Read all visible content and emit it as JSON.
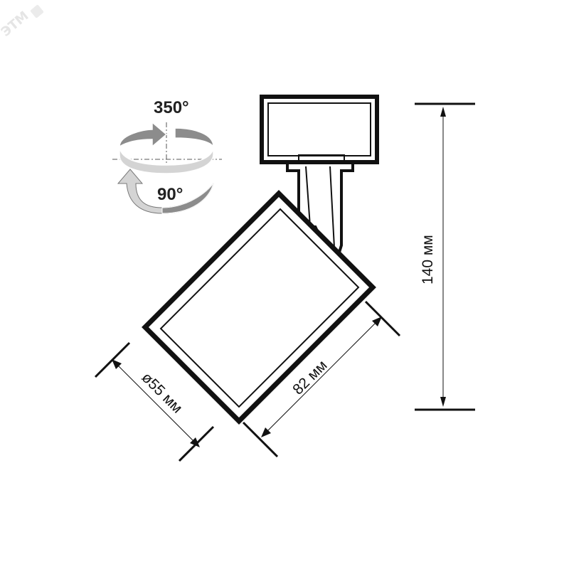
{
  "watermark": {
    "brand": "ЭТМ"
  },
  "rotation": {
    "horizontal_label": "350°",
    "vertical_label": "90°",
    "arrow_dark_color": "#8c8c8c",
    "arrow_light_color": "#d9d9d9"
  },
  "dimensions": {
    "height_label": "140 мм",
    "length_label": "82 мм",
    "diameter_label": "ø55 мм"
  },
  "colors": {
    "outline": "#111111",
    "background": "#ffffff"
  }
}
